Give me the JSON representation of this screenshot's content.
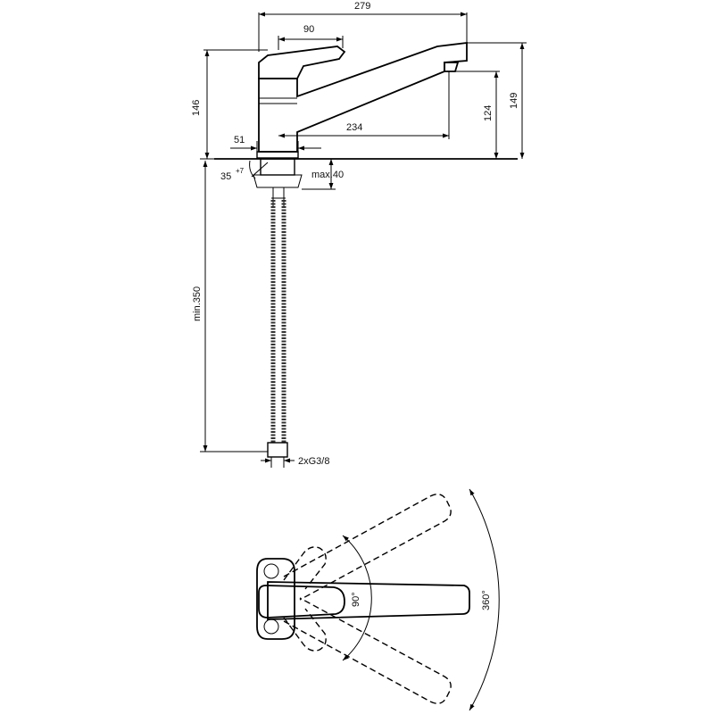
{
  "dimensions": {
    "overall_length": "279",
    "lever_length": "90",
    "body_height": "146",
    "spout_height": "149",
    "spout_outlet_height": "124",
    "spout_reach": "234",
    "base_diameter": "51",
    "install_angle": "35",
    "install_angle_tolerance": "+7",
    "max_deck_thickness": "max.40",
    "hose_length": "min.350",
    "connection": "2xG3/8",
    "lever_rotation": "90°",
    "spout_rotation": "360°"
  },
  "colors": {
    "line": "#000000",
    "background": "#ffffff"
  }
}
